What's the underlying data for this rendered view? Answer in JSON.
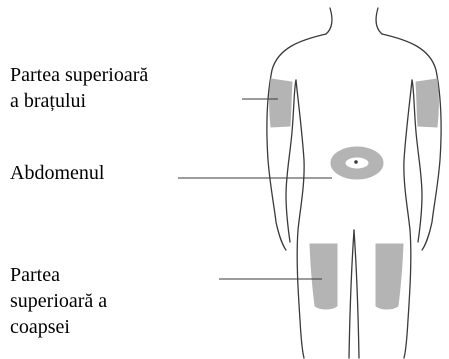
{
  "labels": {
    "upper_arm_line1": "Partea superioară",
    "upper_arm_line2": "a brațului",
    "abdomen": "Abdomenul",
    "thigh_line1": "Partea",
    "thigh_line2": "superioară a",
    "thigh_line3": "coapsei"
  },
  "colors": {
    "outline": "#3a3a3a",
    "injection_zone": "#b4b4b4",
    "leader_line": "#3a3a3a",
    "background": "#ffffff"
  }
}
